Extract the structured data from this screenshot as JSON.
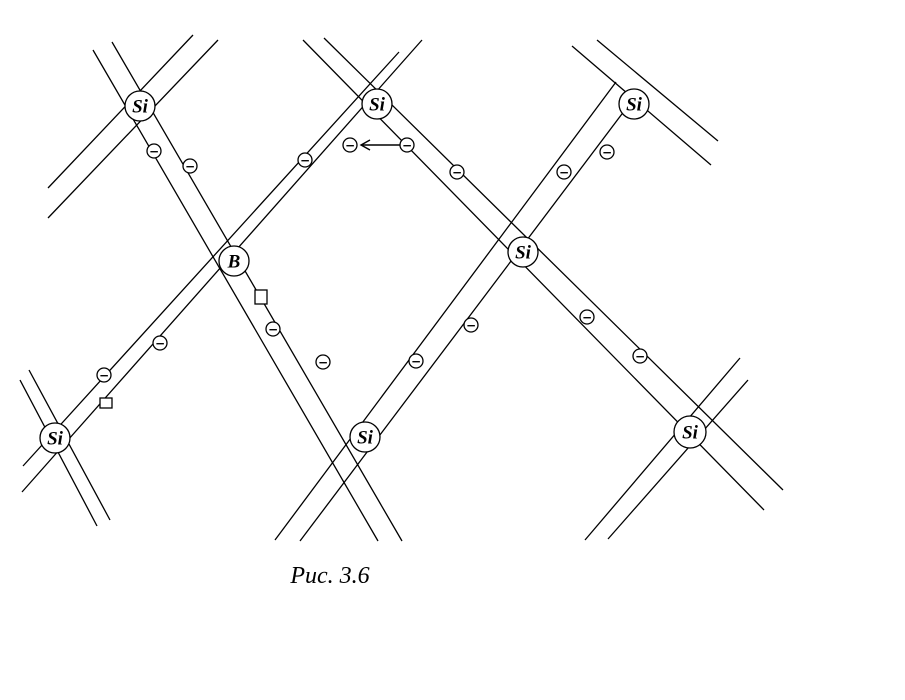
{
  "caption": "Рис. 3.6",
  "atoms": [
    {
      "id": "si-top-left",
      "label": "Si"
    },
    {
      "id": "si-top-middle",
      "label": "Si"
    },
    {
      "id": "si-top-right",
      "label": "Si"
    },
    {
      "id": "b-center",
      "label": "B"
    },
    {
      "id": "si-center-right",
      "label": "Si"
    },
    {
      "id": "si-bottom-left",
      "label": "Si"
    },
    {
      "id": "si-bottom-middle",
      "label": "Si"
    },
    {
      "id": "si-bottom-right",
      "label": "Si"
    }
  ],
  "electron_symbol": "−"
}
